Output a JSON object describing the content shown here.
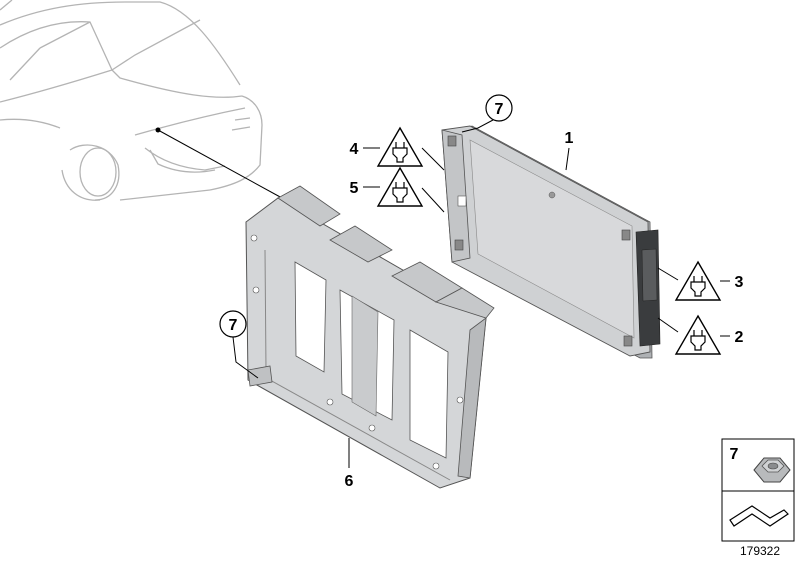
{
  "diagram": {
    "diagram_id": "179322",
    "callouts": {
      "part_1": "1",
      "part_2": "2",
      "part_3": "3",
      "part_4": "4",
      "part_5": "5",
      "part_6": "6",
      "part_7_upper": "7",
      "part_7_lower": "7"
    },
    "legend": {
      "nut_label": "7"
    },
    "icons": [
      "car-outline-icon",
      "connector-warning-icon",
      "hex-nut-icon",
      "bracket-arrow-icon"
    ]
  }
}
